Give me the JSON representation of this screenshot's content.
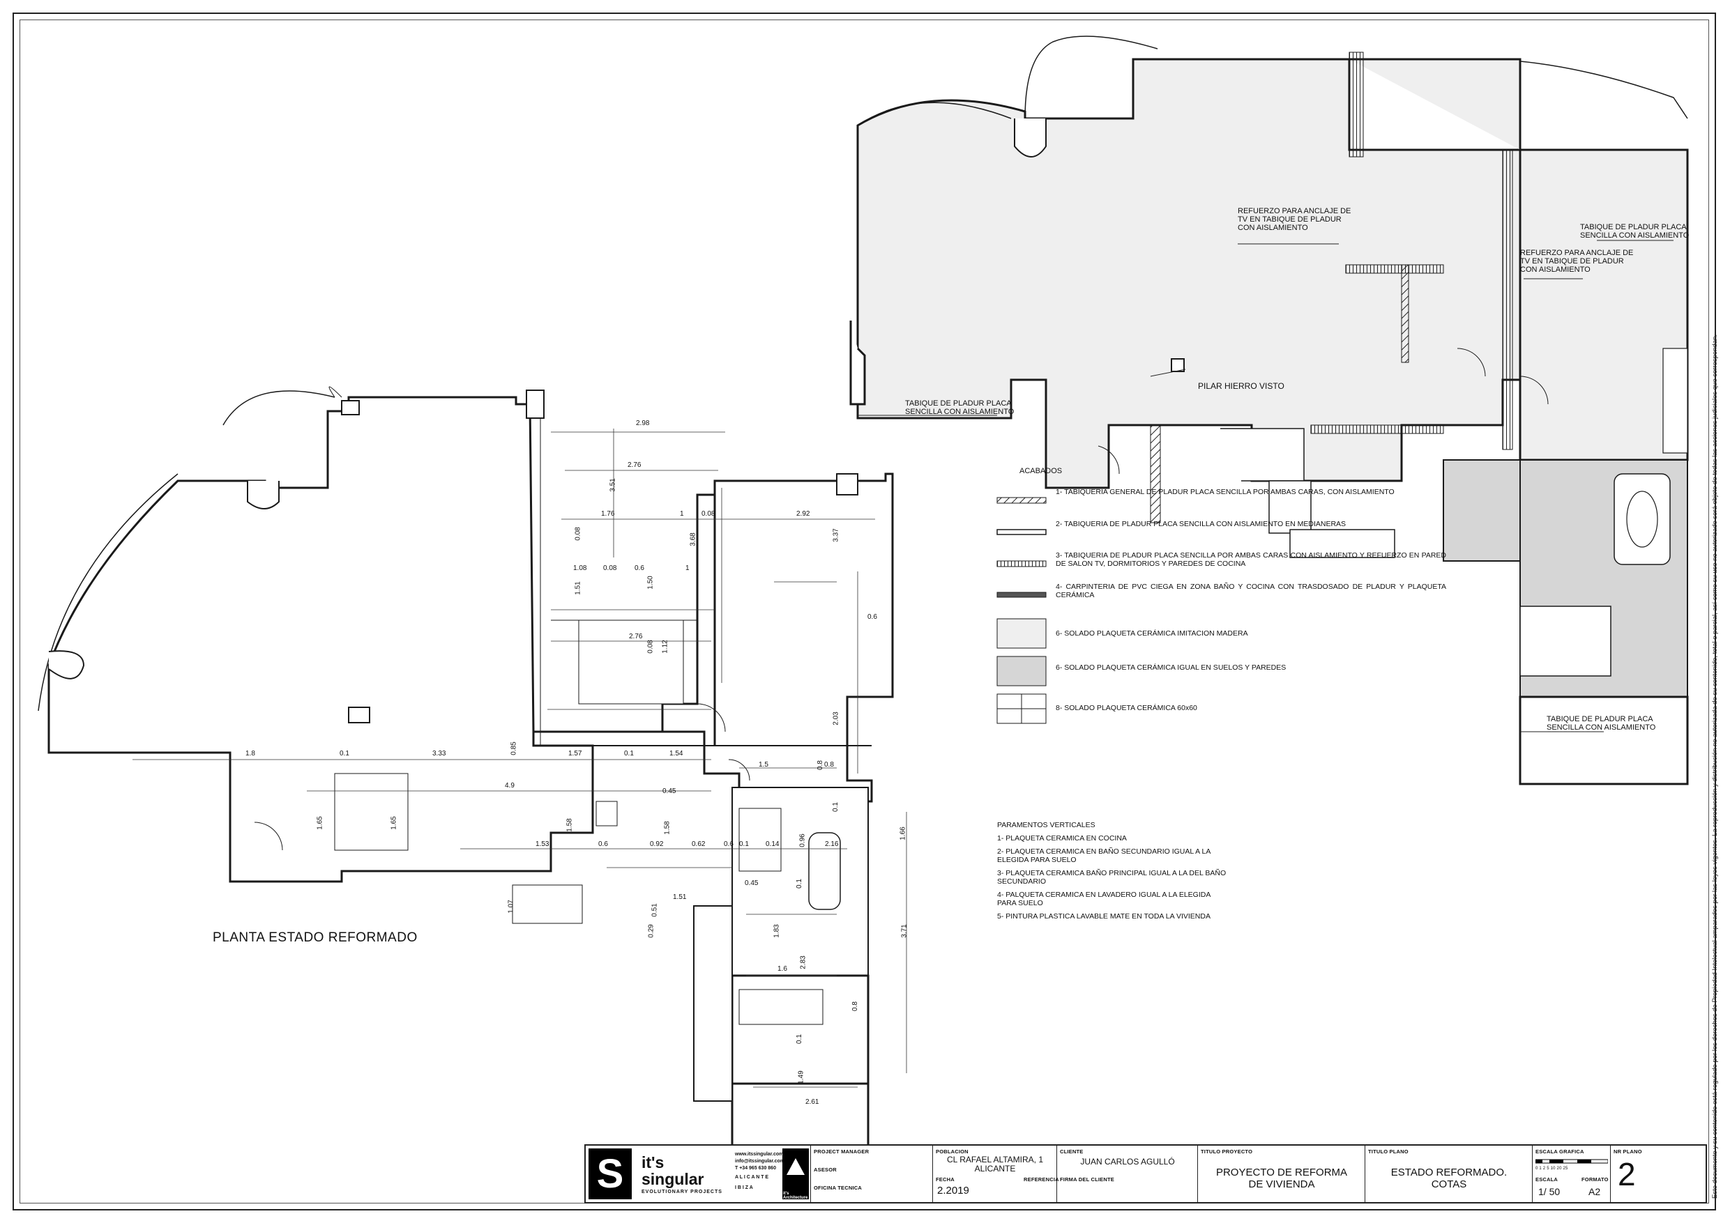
{
  "drawing_title": "PLANTA ESTADO REFORMADO",
  "annotations": {
    "tv_left": "REFUERZO PARA ANCLAJE DE\nTV EN TABIQUE DE PLADUR\nCON AISLAMIENTO",
    "tv_right": "REFUERZO PARA ANCLAJE DE\nTV EN TABIQUE DE PLADUR\nCON AISLAMIENTO",
    "pladur_top_right": "TABIQUE DE PLADUR PLACA\nSENCILLA CON AISLAMIENTO",
    "pladur_left": "TABIQUE DE PLADUR PLACA\nSENCILLA CON AISLAMIENTO",
    "pladur_bottom_right": "TABIQUE DE PLADUR PLACA\nSENCILLA CON AISLAMIENTO",
    "pilar": "PILAR HIERRO VISTO"
  },
  "dimensions": {
    "d1": "2.98",
    "d2": "2.76",
    "d3": "3.51",
    "d4": "1.76",
    "d5": "1",
    "d6": "0.08",
    "d7": "2.92",
    "d8": "0.08",
    "d9": "1.08",
    "d10": "0.08",
    "d11": "0.6",
    "d12": "1",
    "d13": "3.68",
    "d14": "3.37",
    "d15": "1.51",
    "d16": "1.50",
    "d17": "0.6",
    "d18": "2.76",
    "d19": "0.08",
    "d20": "1.12",
    "d21": "1.8",
    "d22": "0.1",
    "d23": "3.33",
    "d24": "0.85",
    "d25": "1.57",
    "d26": "0.1",
    "d27": "1.54",
    "d28": "2.03",
    "d29": "1.5",
    "d30": "0.8",
    "d31": "4.9",
    "d32": "0.45",
    "d33": "0.8",
    "d34": "0.1",
    "d35": "1.65",
    "d36": "1.65",
    "d37": "1.58",
    "d38": "1.58",
    "d39": "1.53",
    "d40": "0.6",
    "d41": "0.92",
    "d42": "0.62",
    "d43": "0.6",
    "d44": "0.1",
    "d45": "0.14",
    "d46": "0.96",
    "d47": "2.16",
    "d48": "1.66",
    "d49": "0.45",
    "d50": "0.1",
    "d51": "3.71",
    "d52": "1.07",
    "d53": "1.51",
    "d54": "0.51",
    "d55": "0.29",
    "d56": "1.83",
    "d57": "1.6",
    "d58": "2.83",
    "d59": "0.8",
    "d60": "0.1",
    "d61": "1.49",
    "d62": "2.61"
  },
  "legend": {
    "title": "ACABADOS",
    "items": [
      {
        "text": "1- TABIQUERIA GENERAL DE PLADUR PLACA SENCILLA POR AMBAS CARAS, CON AISLAMIENTO",
        "swatch": "hatch"
      },
      {
        "text": "2- TABIQUERIA DE PLADUR PLACA SENCILLA CON AISLAMIENTO EN MEDIANERAS",
        "swatch": "double"
      },
      {
        "text": "3- TABIQUERIA DE PLADUR PLACA SENCILLA POR AMBAS CARAS CON AISLAMIENTO Y REFUERZO EN PARED DE SALON TV, DORMITORIOS Y PAREDES DE COCINA",
        "swatch": "dense"
      },
      {
        "text": "4- CARPINTERIA DE PVC CIEGA EN ZONA BAÑO Y COCINA CON TRASDOSADO DE PLADUR Y PLAQUETA CERÁMICA",
        "swatch": "solid"
      },
      {
        "text": "6- SOLADO PLAQUETA CERÁMICA IMITACION MADERA",
        "swatch": "light"
      },
      {
        "text": "6- SOLADO PLAQUETA CERÁMICA IGUAL EN SUELOS Y PAREDES",
        "swatch": "grey"
      },
      {
        "text": "8- SOLADO PLAQUETA CERÁMICA 60x60",
        "swatch": "grid"
      }
    ]
  },
  "paramentos": {
    "title": "PARAMENTOS VERTICALES",
    "items": [
      "1- PLAQUETA CERAMICA EN COCINA",
      "2- PLAQUETA CERAMICA EN BAÑO SECUNDARIO IGUAL A LA ELEGIDA PARA SUELO",
      "3- PLAQUETA CERAMICA BAÑO PRINCIPAL IGUAL A LA DEL BAÑO SECUNDARIO",
      "4- PALQUETA CERAMICA EN LAVADERO IGUAL A LA ELEGIDA PARA SUELO",
      "5- PINTURA PLASTICA LAVABLE MATE EN TODA LA VIVIENDA"
    ]
  },
  "side_note": "Este documento y su contenido está regulado por los derechos de Propiedad Intelectual amparados por las leyes vigentes. La reproducción y distribución no autorizada de su contenido, total o parcial, así como su uso no autorizado será objeto de todas las acciones judiciales que correspondan.",
  "title_block": {
    "logo_letter": "S",
    "logo_name_1": "it's",
    "logo_name_2": "singular",
    "logo_sub": "EVOLUTIONARY PROJECTS",
    "contact_web": "www.itssingular.com",
    "contact_mail": "info@itssingular.com",
    "contact_phone": "T +34 965 630 860",
    "city_1": "A L I C A N T E",
    "city_2": "I B I Z A",
    "arch_label": "it's Architecture",
    "project_manager_cap": "PROJECT MANAGER",
    "asesor_cap": "ASESOR",
    "oficina_cap": "OFICINA TECNICA",
    "poblacion_cap": "POBLACION",
    "poblacion_val": "CL RAFAEL ALTAMIRA, 1\nALICANTE",
    "fecha_cap": "FECHA",
    "fecha_val": "2.2019",
    "referencia_cap": "REFERENCIA",
    "cliente_cap": "CLIENTE",
    "cliente_val": "JUAN CARLOS AGULLÓ",
    "firma_cap": "FIRMA DEL CLIENTE",
    "titulo_proyecto_cap": "TITULO PROYECTO",
    "titulo_proyecto_val": "PROYECTO DE REFORMA\nDE VIVIENDA",
    "titulo_plano_cap": "TITULO PLANO",
    "titulo_plano_val": "ESTADO REFORMADO.\nCOTAS",
    "escala_grafica_cap": "ESCALA GRAFICA",
    "escala_ticks": "0 1 2   5      10          20   25",
    "escala_cap": "ESCALA",
    "escala_val": "1/ 50",
    "formato_cap": "FORMATO",
    "formato_val": "A2",
    "nr_plano_cap": "NR PLANO",
    "nr_plano_val": "2"
  },
  "colors": {
    "wood_floor": "#efefef",
    "wet_floor": "#d6d6d6",
    "wall": "#ffffff",
    "line": "#1a1a1a"
  }
}
